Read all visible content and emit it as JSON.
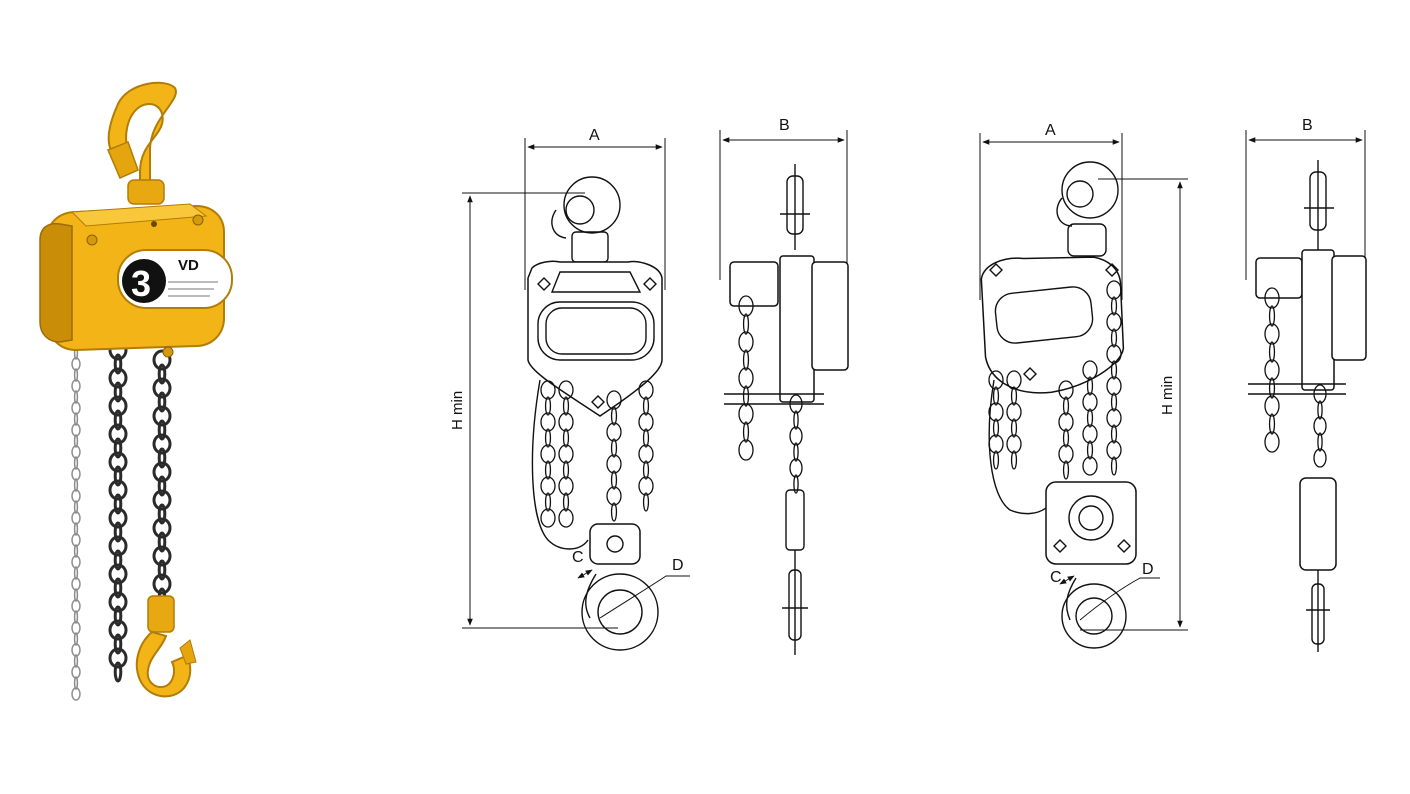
{
  "colors": {
    "hoist_body": "#f2b417",
    "hoist_shadow": "#c98d08",
    "load_chain": "#2b2b2b",
    "hand_chain": "#8d8d8d",
    "line": "#111111"
  },
  "product_photo": {
    "capacity_mark": "3",
    "brand_mark": "VD"
  },
  "drawings": [
    {
      "front": {
        "dim_width": "A",
        "dim_height": "H min",
        "dim_c": "C",
        "dim_d": "D"
      },
      "side": {
        "dim_width": "B"
      }
    },
    {
      "front": {
        "dim_width": "A",
        "dim_height": "H min",
        "dim_c": "C",
        "dim_d": "D"
      },
      "side": {
        "dim_width": "B"
      }
    }
  ]
}
